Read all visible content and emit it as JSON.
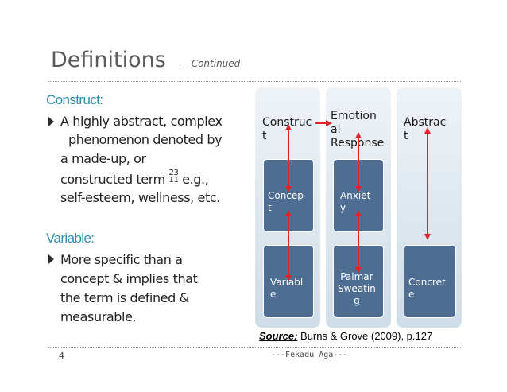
{
  "slide": {
    "title": "Definitions",
    "subtitle": "--- Continued",
    "page_number": "4",
    "footer": "---Fekadu Aga---"
  },
  "construct_section": {
    "heading": "Construct:",
    "lines": [
      "A highly abstract, complex",
      "phenomenon denoted by",
      "a made-up, or"
    ],
    "term_line_before": "constructed  term ",
    "term_line_ref_top": "23",
    "term_line_ref_bottom": "11",
    "term_line_after": " e.g.,",
    "last_line": "self-esteem,  wellness, etc."
  },
  "variable_section": {
    "heading": "Variable:",
    "lines": [
      "More specific than a",
      "concept & implies that",
      "the  term is defined &",
      "measurable."
    ]
  },
  "diagram": {
    "columns": [
      {
        "label": "Construc\nt",
        "box1": "Concep\nt",
        "box2": "Variabl\ne"
      },
      {
        "label": "Emotion\nal\nResponse",
        "box1": "Anxiet\ny",
        "box2": "Palmar\nSweatin\ng"
      },
      {
        "label": "Abstrac\nt",
        "box1": "",
        "box2": "Concret\ne"
      }
    ],
    "arrow_color": "#e0232b",
    "box_color": "#4e6d93"
  },
  "source": {
    "label": "Source:",
    "text": " Burns & Grove (2009), p.127"
  }
}
